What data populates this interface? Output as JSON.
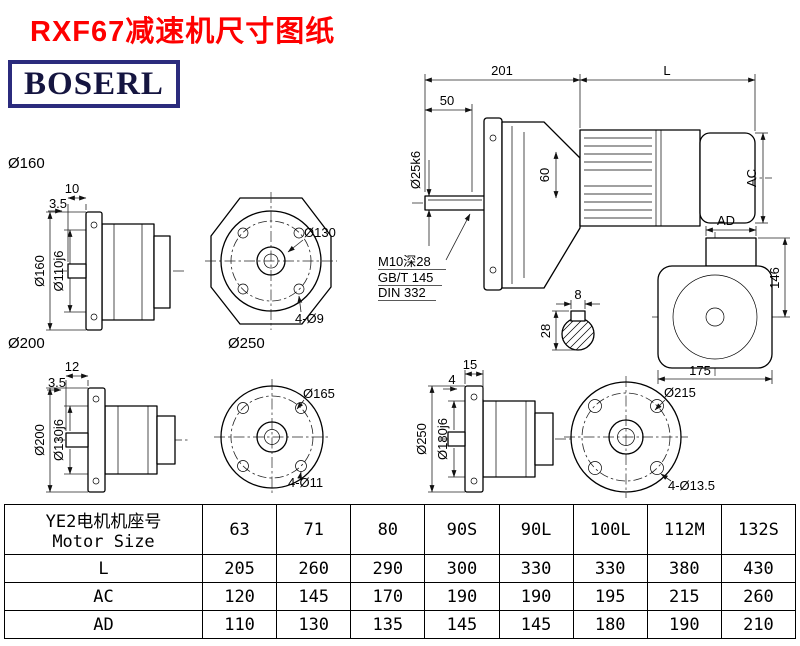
{
  "page": {
    "title": "RXF67减速机尺寸图纸",
    "logo": "BOSERL"
  },
  "colors": {
    "title_red": "#fe0000",
    "logo_border_navy": "#2b2b7d",
    "line_black": "#000000"
  },
  "main_view": {
    "dim_201": "201",
    "dim_L": "L",
    "dim_50": "50",
    "dim_shaft": "Ø25k6",
    "dim_60": "60",
    "dim_AC": "AC"
  },
  "tap_note": {
    "line1": "M10深28",
    "line2": "GB/T 145",
    "line3": "DIN 332"
  },
  "key_section": {
    "width": "8",
    "depth": "28"
  },
  "motor_view": {
    "dim_AD": "AD",
    "dim_146": "146",
    "dim_175": "175"
  },
  "flange160": {
    "label": "Ø160",
    "dim_10": "10",
    "dim_35": "3.5",
    "dim_od": "Ø160",
    "dim_spigot": "Ø110j6"
  },
  "front130": {
    "bolt_circle": "Ø130",
    "holes": "4-Ø9"
  },
  "flange200": {
    "label": "Ø200",
    "dim_12": "12",
    "dim_35": "3.5",
    "dim_od": "Ø200",
    "dim_spigot": "Ø130j6"
  },
  "front165": {
    "label": "Ø250",
    "bolt_circle": "Ø165",
    "holes": "4-Ø11"
  },
  "flange250": {
    "dim_15": "15",
    "dim_4": "4",
    "dim_od": "Ø250",
    "dim_spigot": "Ø180j6"
  },
  "front215": {
    "bolt_circle": "Ø215",
    "holes": "4-Ø13.5"
  },
  "table": {
    "header_cn": "YE2电机机座号",
    "header_en": "Motor Size",
    "columns": [
      "63",
      "71",
      "80",
      "90S",
      "90L",
      "100L",
      "112M",
      "132S"
    ],
    "rows": [
      {
        "label": "L",
        "values": [
          "205",
          "260",
          "290",
          "300",
          "330",
          "330",
          "380",
          "430"
        ]
      },
      {
        "label": "AC",
        "values": [
          "120",
          "145",
          "170",
          "190",
          "190",
          "195",
          "215",
          "260"
        ]
      },
      {
        "label": "AD",
        "values": [
          "110",
          "130",
          "135",
          "145",
          "145",
          "180",
          "190",
          "210"
        ]
      }
    ]
  }
}
